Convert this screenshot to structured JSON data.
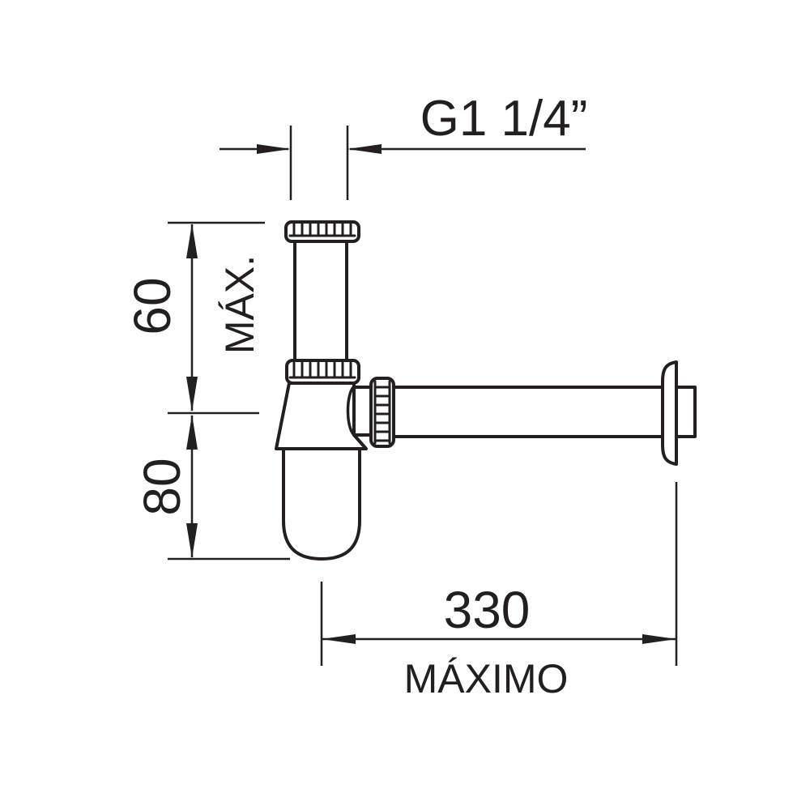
{
  "drawing": {
    "labels": {
      "thread": "G1 1/4”",
      "height_upper": "60",
      "height_upper_qualifier": "MÁX.",
      "height_lower": "80",
      "depth": "330",
      "depth_qualifier": "MÁXIMO"
    },
    "colors": {
      "ink": "#231f20",
      "background": "#ffffff"
    }
  }
}
